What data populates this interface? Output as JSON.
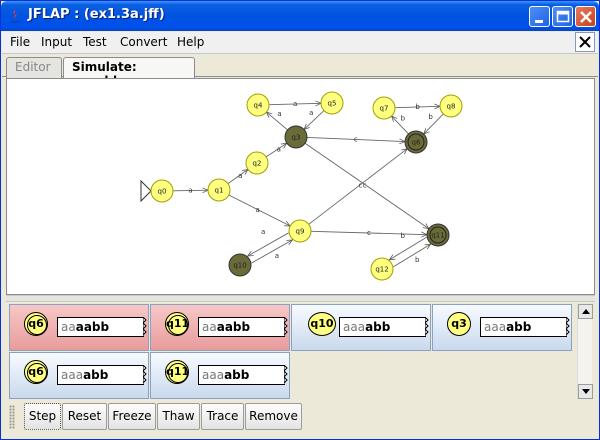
{
  "window": {
    "title": "JFLAP : (ex1.3a.jff)",
    "icon": "jflap-icon"
  },
  "menu": {
    "items": [
      "File",
      "Input",
      "Test",
      "Convert",
      "Help"
    ]
  },
  "tabs": [
    {
      "label": "Editor",
      "active": false
    },
    {
      "label": "Simulate: aaaabb",
      "active": true
    }
  ],
  "automaton": {
    "states": [
      {
        "id": "q0",
        "kind": "plain",
        "initial": true
      },
      {
        "id": "q1",
        "kind": "plain"
      },
      {
        "id": "q2",
        "kind": "plain"
      },
      {
        "id": "q3",
        "kind": "active"
      },
      {
        "id": "q4",
        "kind": "plain"
      },
      {
        "id": "q5",
        "kind": "plain"
      },
      {
        "id": "q6",
        "kind": "active-final"
      },
      {
        "id": "q7",
        "kind": "plain"
      },
      {
        "id": "q8",
        "kind": "plain"
      },
      {
        "id": "q9",
        "kind": "plain"
      },
      {
        "id": "q10",
        "kind": "active"
      },
      {
        "id": "q11",
        "kind": "active-final"
      },
      {
        "id": "q12",
        "kind": "plain"
      }
    ],
    "transitions": [
      {
        "from": "q0",
        "to": "q1",
        "label": "a"
      },
      {
        "from": "q1",
        "to": "q2",
        "label": "a"
      },
      {
        "from": "q2",
        "to": "q3",
        "label": "a"
      },
      {
        "from": "q3",
        "to": "q4",
        "label": "a"
      },
      {
        "from": "q4",
        "to": "q5",
        "label": "a"
      },
      {
        "from": "q5",
        "to": "q3",
        "label": "a"
      },
      {
        "from": "q3",
        "to": "q6",
        "label": "c"
      },
      {
        "from": "q3",
        "to": "q11",
        "label": "c"
      },
      {
        "from": "q7",
        "to": "q8",
        "label": "b"
      },
      {
        "from": "q8",
        "to": "q6",
        "label": "b"
      },
      {
        "from": "q6",
        "to": "q7",
        "label": "b"
      },
      {
        "from": "q1",
        "to": "q9",
        "label": "a"
      },
      {
        "from": "q9",
        "to": "q10",
        "label": "a"
      },
      {
        "from": "q10",
        "to": "q9",
        "label": "a"
      },
      {
        "from": "q9",
        "to": "q6",
        "label": "c"
      },
      {
        "from": "q9",
        "to": "q11",
        "label": "c"
      },
      {
        "from": "q11",
        "to": "q12",
        "label": "b"
      },
      {
        "from": "q12",
        "to": "q11",
        "label": "b"
      }
    ]
  },
  "configurations": [
    {
      "state": "q6",
      "final": true,
      "status": "rejected",
      "consumed": "aa",
      "remaining": "aabb"
    },
    {
      "state": "q11",
      "final": true,
      "status": "rejected",
      "consumed": "aa",
      "remaining": "aabb"
    },
    {
      "state": "q10",
      "final": false,
      "status": "active",
      "consumed": "aaa",
      "remaining": "abb"
    },
    {
      "state": "q3",
      "final": false,
      "status": "active",
      "consumed": "aaa",
      "remaining": "abb"
    },
    {
      "state": "q6",
      "final": true,
      "status": "active",
      "consumed": "aaa",
      "remaining": "abb"
    },
    {
      "state": "q11",
      "final": true,
      "status": "active",
      "consumed": "aaa",
      "remaining": "abb"
    }
  ],
  "toolbar": {
    "buttons": [
      "Step",
      "Reset",
      "Freeze",
      "Thaw",
      "Trace",
      "Remove"
    ]
  },
  "colors": {
    "state_fill": "#ffff80",
    "active_state_fill": "#6b6b3a",
    "rejected_config": "#efb2b2",
    "active_config": "#d6e3f3"
  }
}
